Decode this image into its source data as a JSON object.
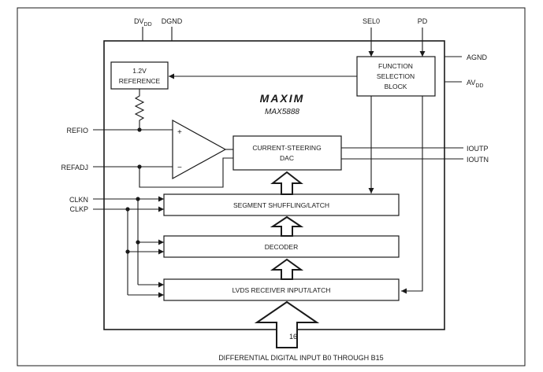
{
  "pins": {
    "dvdd_main": "DV",
    "dvdd_sub": "DD",
    "dgnd": "DGND",
    "sel0": "SEL0",
    "pd": "PD",
    "agnd": "AGND",
    "avdd_main": "AV",
    "avdd_sub": "DD",
    "refio": "REFIO",
    "refadj": "REFADJ",
    "clkn": "CLKN",
    "clkp": "CLKP",
    "ioutp": "IOUTP",
    "ioutn": "IOUTN"
  },
  "blocks": {
    "reference_line1": "1.2V",
    "reference_line2": "REFERENCE",
    "function_line1": "FUNCTION",
    "function_line2": "SELECTION",
    "function_line3": "BLOCK",
    "dac_line1": "CURRENT-STEERING",
    "dac_line2": "DAC",
    "segment": "SEGMENT SHUFFLING/LATCH",
    "decoder": "DECODER",
    "lvds": "LVDS RECEIVER INPUT/LATCH"
  },
  "opamp": {
    "plus": "+",
    "minus": "−"
  },
  "branding": {
    "logo": "MAXIM",
    "part": "MAX5888"
  },
  "bus": {
    "width": "16",
    "caption": "DIFFERENTIAL DIGITAL INPUT B0 THROUGH B15"
  }
}
